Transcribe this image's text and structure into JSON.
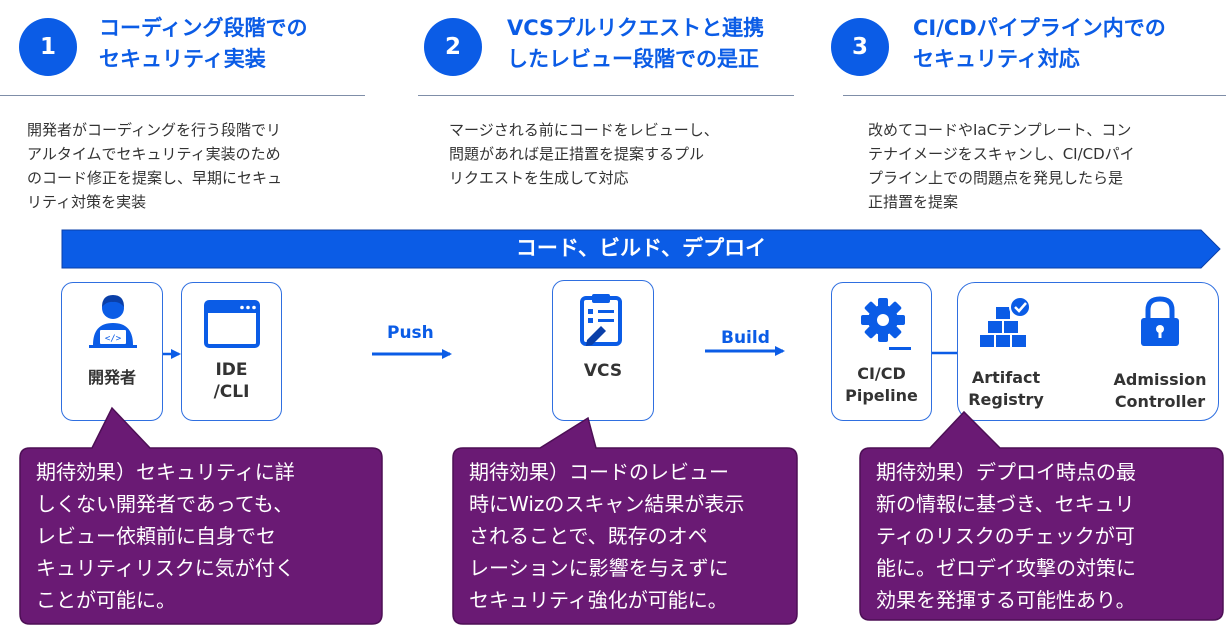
{
  "steps": [
    {
      "number": "1",
      "title_lines": [
        "コーディング段階での",
        "セキュリティ実装"
      ],
      "description_lines": [
        "開発者がコーディングを行う段階でリ",
        "アルタイムでセキュリティ実装のため",
        "のコード修正を提案し、早期にセキュ",
        "リティ対策を実装"
      ]
    },
    {
      "number": "2",
      "title_lines": [
        "VCSプルリクエストと連携",
        "したレビュー段階での是正"
      ],
      "description_lines": [
        "マージされる前にコードをレビューし、",
        "問題があれば是正措置を提案するプル",
        "リクエストを生成して対応"
      ]
    },
    {
      "number": "3",
      "title_lines": [
        "CI/CDパイプライン内での",
        "セキュリティ対応"
      ],
      "description_lines": [
        "改めてコードやIaCテンプレート、コン",
        "テナイメージをスキャンし、CI/CDパイ",
        "プライン上での問題点を発見したら是",
        "正措置を提案"
      ]
    }
  ],
  "banner": {
    "label": "コード、ビルド、デプロイ"
  },
  "nodes": {
    "developer": {
      "label": "開発者",
      "icon": "developer-icon"
    },
    "ide": {
      "label_lines": [
        "IDE",
        "/CLI"
      ],
      "icon": "browser-window-icon"
    },
    "vcs": {
      "label": "VCS",
      "icon": "clipboard-icon"
    },
    "cicd": {
      "label_lines": [
        "CI/CD",
        "Pipeline"
      ],
      "icon": "gear-icon"
    },
    "artifact": {
      "label_lines": [
        "Artifact",
        "Registry"
      ],
      "icon": "boxes-check-icon"
    },
    "admission": {
      "label_lines": [
        "Admission",
        "Controller"
      ],
      "icon": "lock-icon"
    }
  },
  "arrows": {
    "push": "Push",
    "build": "Build"
  },
  "callouts": [
    {
      "lines": [
        "期待効果）セキュリティに詳",
        "しくない開発者であっても、",
        "レビュー依頼前に自身でセ",
        "キュリティリスクに気が付く",
        "ことが可能に。"
      ]
    },
    {
      "lines": [
        "期待効果）コードのレビュー",
        "時にWizのスキャン結果が表示",
        "されることで、既存のオペ",
        "レーションに影響を与えずに",
        "セキュリティ強化が可能に。"
      ]
    },
    {
      "lines": [
        "期待効果）デプロイ時点の最",
        "新の情報に基づき、セキュリ",
        "ティのリスクのチェックが可",
        "能に。ゼロデイ攻撃の対策に",
        "効果を発揮する可能性あり。"
      ]
    }
  ],
  "colors": {
    "accent_blue": "#0b5ce6",
    "callout_purple": "#6a1a74",
    "box_border": "#2f6fe0"
  }
}
